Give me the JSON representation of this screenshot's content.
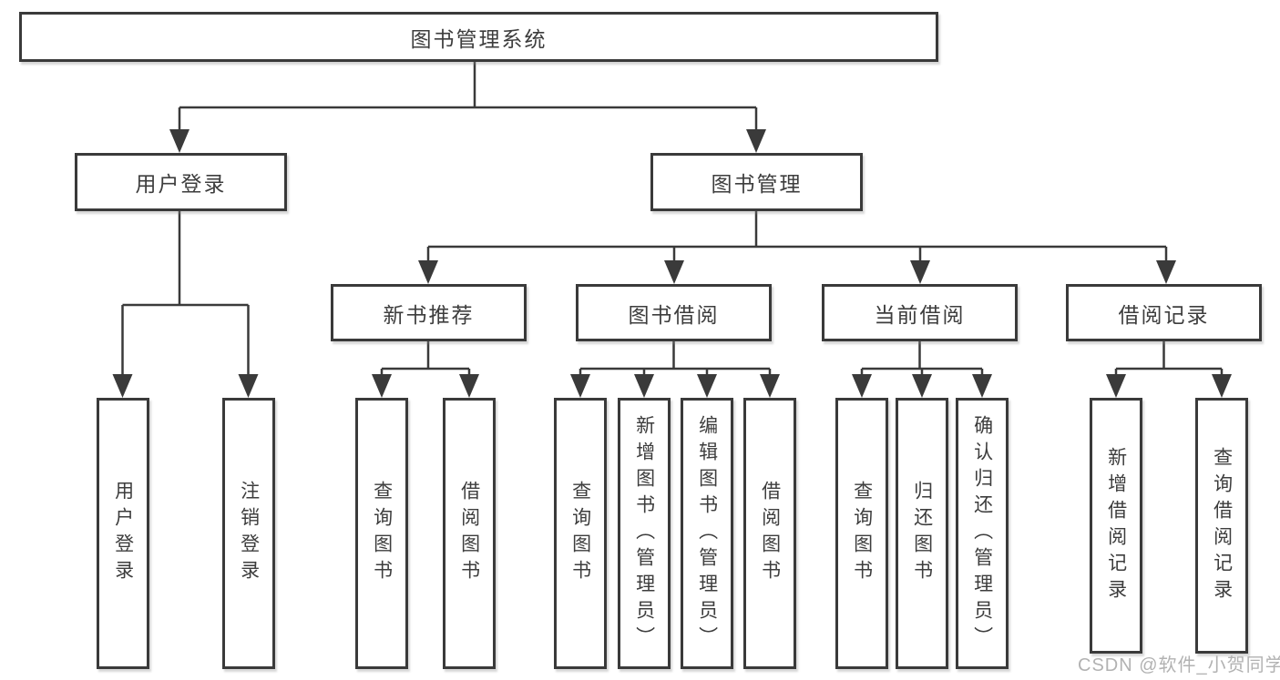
{
  "diagram": {
    "root": "图书管理系统",
    "level2": [
      "用户登录",
      "图书管理"
    ],
    "level3": [
      "新书推荐",
      "图书借阅",
      "当前借阅",
      "借阅记录"
    ],
    "leaves_user": [
      "用户登录",
      "注销登录"
    ],
    "leaves_recommend": [
      "查询图书",
      "借阅图书"
    ],
    "leaves_borrow": [
      "查询图书",
      "新增图书（管理员）",
      "编辑图书（管理员）",
      "借阅图书"
    ],
    "leaves_current": [
      "查询图书",
      "归还图书",
      "确认归还（管理员）"
    ],
    "leaves_records": [
      "新增借阅记录",
      "查询借阅记录"
    ]
  },
  "watermark": "CSDN @软件_小贺同学",
  "colors": {
    "line": "#3a3a3a",
    "text": "#3d3d3d",
    "box_background": "#ffffff",
    "watermark": "#b2b2b2",
    "background": "#ffffff"
  }
}
